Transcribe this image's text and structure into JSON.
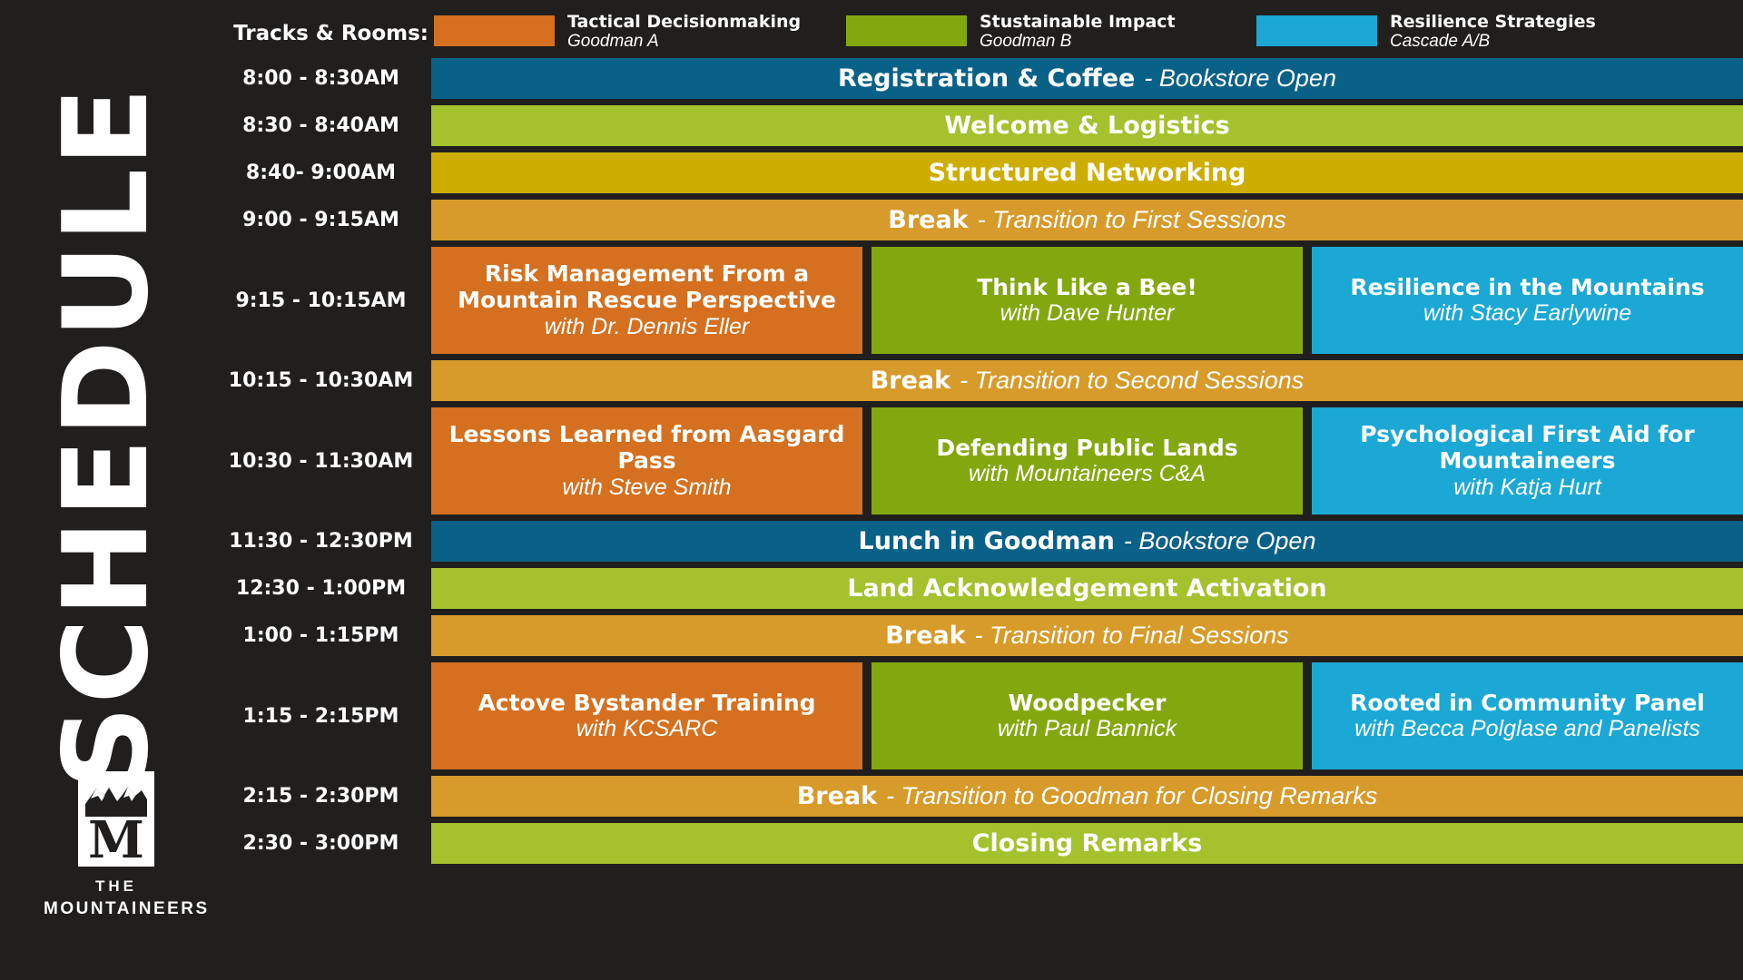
{
  "page": {
    "heading": "SCHEDULE",
    "background_color": "#201F1D"
  },
  "logo": {
    "name": "the-mountaineers-logo",
    "line1": "THE",
    "line2": "MOUNTAINEERS"
  },
  "legend": {
    "title": "Tracks & Rooms:",
    "items": [
      {
        "track": "Tactical Decisionmaking",
        "room": "Goodman A",
        "color": "#D4701F"
      },
      {
        "track": "Stustainable Impact",
        "room": "Goodman B",
        "color": "#83A80F"
      },
      {
        "track": "Resilience Strategies",
        "room": "Cascade A/B",
        "color": "#1BA8D4"
      }
    ]
  },
  "colors": {
    "teal": "#0A6187",
    "light_green": "#A3C22E",
    "gold": "#CDAE00",
    "amber": "#D79B2B",
    "orange": "#D4701F",
    "olive": "#83A80F",
    "cyan": "#1BA8D4"
  },
  "rows": [
    {
      "time": "8:00 - 8:30AM",
      "kind": "banner",
      "color": "#0A6187",
      "title": "Registration & Coffee",
      "sub": "- Bookstore Open"
    },
    {
      "time": "8:30 - 8:40AM",
      "kind": "banner",
      "color": "#A3C22E",
      "title": "Welcome & Logistics",
      "sub": ""
    },
    {
      "time": "8:40- 9:00AM",
      "kind": "banner",
      "color": "#CDAE00",
      "title": "Structured Networking",
      "sub": ""
    },
    {
      "time": "9:00 - 9:15AM",
      "kind": "banner",
      "color": "#D79B2B",
      "title": "Break",
      "sub": "- Transition to First Sessions"
    },
    {
      "time": "9:15 - 10:15AM",
      "kind": "sessions",
      "sessions": [
        {
          "color": "#D4701F",
          "title": "Risk Management From a Mountain Rescue Perspective",
          "sub": "with Dr. Dennis Eller"
        },
        {
          "color": "#83A80F",
          "title": "Think Like a Bee!",
          "sub": "with Dave Hunter"
        },
        {
          "color": "#1BA8D4",
          "title": "Resilience in the Mountains",
          "sub": "with Stacy Earlywine"
        }
      ]
    },
    {
      "time": "10:15 - 10:30AM",
      "kind": "banner",
      "color": "#D79B2B",
      "title": "Break",
      "sub": "- Transition to Second Sessions"
    },
    {
      "time": "10:30 - 11:30AM",
      "kind": "sessions",
      "sessions": [
        {
          "color": "#D4701F",
          "title": "Lessons Learned from Aasgard Pass",
          "sub": "with Steve Smith"
        },
        {
          "color": "#83A80F",
          "title": "Defending Public Lands",
          "sub": "with Mountaineers C&A"
        },
        {
          "color": "#1BA8D4",
          "title": "Psychological First Aid for Mountaineers",
          "sub": "with Katja Hurt"
        }
      ]
    },
    {
      "time": "11:30 - 12:30PM",
      "kind": "banner",
      "color": "#0A6187",
      "title": "Lunch in Goodman",
      "sub": "- Bookstore Open"
    },
    {
      "time": "12:30 - 1:00PM",
      "kind": "banner",
      "color": "#A3C22E",
      "title": "Land Acknowledgement Activation",
      "sub": ""
    },
    {
      "time": "1:00 - 1:15PM",
      "kind": "banner",
      "color": "#D79B2B",
      "title": "Break",
      "sub": "- Transition to Final Sessions"
    },
    {
      "time": "1:15 - 2:15PM",
      "kind": "sessions",
      "sessions": [
        {
          "color": "#D4701F",
          "title": "Actove Bystander Training",
          "sub": "with KCSARC"
        },
        {
          "color": "#83A80F",
          "title": "Woodpecker",
          "sub": "with Paul Bannick"
        },
        {
          "color": "#1BA8D4",
          "title": "Rooted in Community Panel",
          "sub": "with Becca Polglase and Panelists"
        }
      ]
    },
    {
      "time": "2:15 - 2:30PM",
      "kind": "banner",
      "color": "#D79B2B",
      "title": "Break",
      "sub": "- Transition to Goodman for Closing Remarks"
    },
    {
      "time": "2:30 - 3:00PM",
      "kind": "banner",
      "color": "#A3C22E",
      "title": "Closing Remarks",
      "sub": ""
    }
  ]
}
